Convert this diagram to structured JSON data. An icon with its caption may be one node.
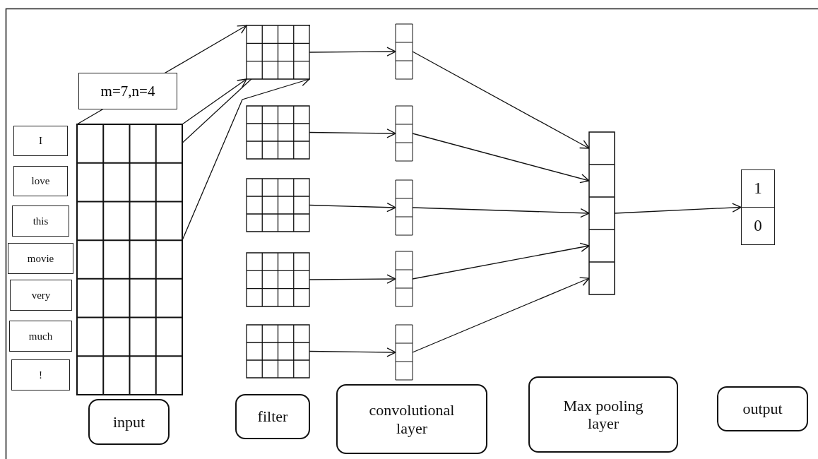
{
  "diagram": {
    "nodes": [
      {
        "text": [
          "I"
        ]
      },
      {
        "text": [
          "love"
        ]
      },
      {
        "text": [
          "this"
        ]
      },
      {
        "text": [
          "movie"
        ]
      },
      {
        "text": [
          "very"
        ]
      },
      {
        "text": [
          "much"
        ]
      },
      {
        "text": [
          "!"
        ]
      },
      {
        "text": [],
        "shape": "grid"
      },
      {
        "text": [],
        "shape": "grid"
      },
      {
        "text": [],
        "shape": "grid"
      },
      {
        "text": [],
        "shape": "grid"
      },
      {
        "text": [],
        "shape": "grid"
      },
      {
        "text": [],
        "shape": "grid"
      },
      {
        "text": [],
        "shape": "grid"
      },
      {
        "text": [],
        "shape": "grid"
      },
      {
        "text": [],
        "shape": "grid"
      },
      {
        "text": [],
        "shape": "grid"
      },
      {
        "text": [],
        "shape": "grid"
      },
      {
        "text": [],
        "shape": "grid"
      },
      {
        "text": [
          "1",
          "0"
        ]
      },
      {
        "text": [
          "input"
        ]
      },
      {
        "text": [
          "filter"
        ]
      },
      {
        "text": [
          "convolutional layer"
        ]
      },
      {
        "text": [
          "Max pooling layer"
        ]
      },
      {
        "text": [
          "output"
        ]
      }
    ],
    "edges": [
      {
        "from": 7,
        "to": 8,
        "arrow": "to",
        "label": "m=7,n=4"
      },
      {
        "from": 7,
        "to": 8,
        "arrow": "to"
      },
      {
        "from": 7,
        "to": 8,
        "arrow": "to"
      },
      {
        "from": 7,
        "to": 8,
        "arrow": "to"
      },
      {
        "from": 8,
        "to": 13,
        "arrow": "to"
      },
      {
        "from": 9,
        "to": 14,
        "arrow": "to"
      },
      {
        "from": 10,
        "to": 15,
        "arrow": "to"
      },
      {
        "from": 11,
        "to": 16,
        "arrow": "to"
      },
      {
        "from": 12,
        "to": 17,
        "arrow": "to"
      },
      {
        "from": 13,
        "to": 18,
        "arrow": "to"
      },
      {
        "from": 14,
        "to": 18,
        "arrow": "to"
      },
      {
        "from": 15,
        "to": 18,
        "arrow": "to"
      },
      {
        "from": 16,
        "to": 18,
        "arrow": "to"
      },
      {
        "from": 17,
        "to": 18,
        "arrow": "to"
      },
      {
        "from": 18,
        "to": 19,
        "arrow": "to"
      }
    ]
  }
}
